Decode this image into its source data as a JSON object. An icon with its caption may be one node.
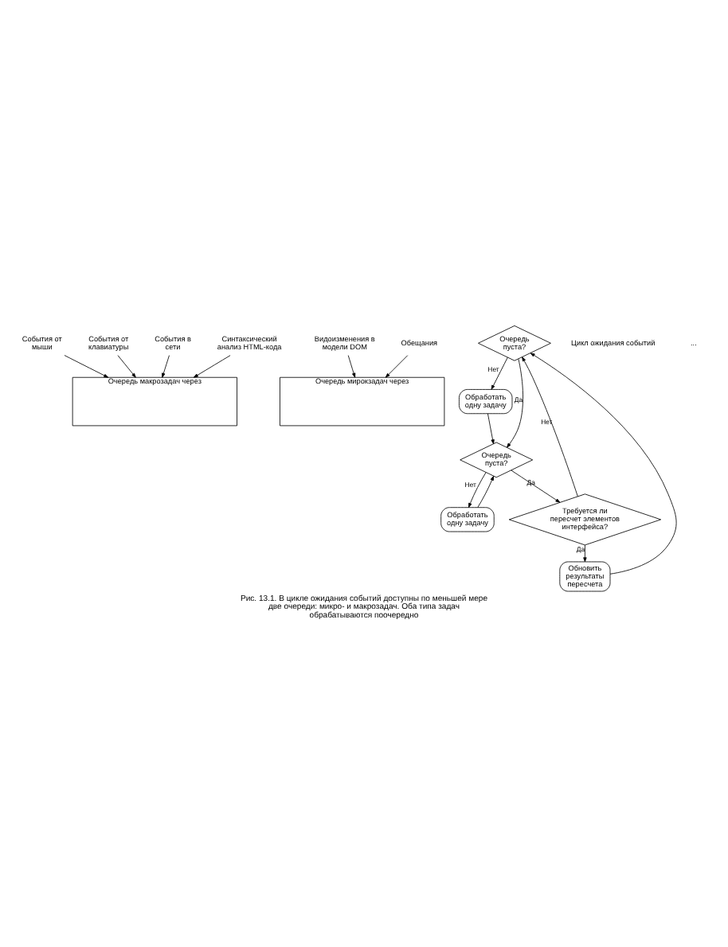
{
  "diagram": {
    "caption": "Рис. 13.1. В цикле ожидания событий доступны по меньшей мере две очереди: микро- и макрозадач. Оба типа задач обрабатываются поочередно",
    "nodes": [
      {
        "text": [
          "Очередь макрозадач через"
        ]
      },
      {
        "text": [
          "События от мыши"
        ]
      },
      {
        "text": [
          "События от клавиатуры"
        ]
      },
      {
        "text": [
          "События в сети"
        ]
      },
      {
        "text": [
          "Синтаксический анализ HTML-кода"
        ]
      },
      {
        "text": [
          "Очередь мирокзадач через"
        ]
      },
      {
        "text": [
          "Видоизменения в модели DOM"
        ]
      },
      {
        "text": [
          "Обещания"
        ]
      },
      {
        "text": [
          "Очередь пуста?"
        ]
      },
      {
        "text": [
          "Обработать одну задачу"
        ]
      },
      {
        "text": [
          "Очередь пуста?"
        ]
      },
      {
        "text": [
          "Обработать одну задачу"
        ]
      },
      {
        "text": [
          "Требуется ли пересчет элементов интерфейса?"
        ]
      },
      {
        "text": [
          "Обновить результаты пересчета"
        ]
      }
    ],
    "edges": [
      {
        "from": 1,
        "to": 0,
        "arrow": "to"
      },
      {
        "from": 2,
        "to": 0,
        "arrow": "to"
      },
      {
        "from": 3,
        "to": 0,
        "arrow": "to"
      },
      {
        "from": 4,
        "to": 0,
        "arrow": "to"
      },
      {
        "from": 6,
        "to": 5,
        "arrow": "to"
      },
      {
        "from": 7,
        "to": 5,
        "arrow": "to"
      },
      {
        "from": 8,
        "to": 9,
        "arrow": "to",
        "label": "Нет"
      },
      {
        "from": 8,
        "to": 10,
        "arrow": "to",
        "label": "Да"
      },
      {
        "from": 9,
        "to": 10,
        "arrow": "to"
      },
      {
        "from": 10,
        "to": 11,
        "arrow": "to",
        "label": "Нет"
      },
      {
        "from": 11,
        "to": 10,
        "arrow": "to"
      },
      {
        "from": 10,
        "to": 12,
        "arrow": "to",
        "label": "Да"
      },
      {
        "from": 12,
        "to": 13,
        "arrow": "to",
        "label": "Да"
      },
      {
        "from": 12,
        "to": 8,
        "arrow": "to",
        "label": "Нет"
      },
      {
        "from": 13,
        "to": 8,
        "arrow": "to"
      }
    ],
    "labels": [
      "Цикл ожидания событий",
      "..."
    ]
  }
}
